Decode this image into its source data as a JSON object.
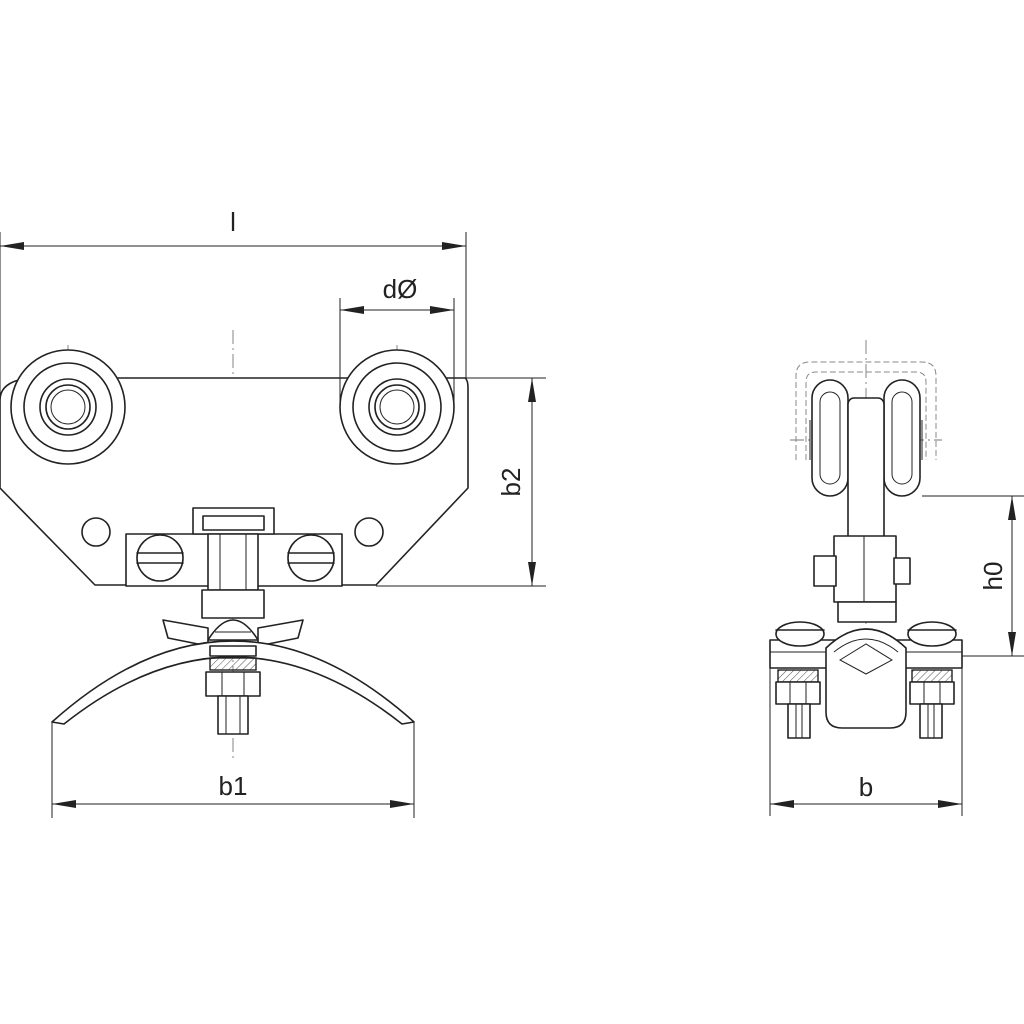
{
  "dimensions": {
    "length": "l",
    "wheel_diameter": "dØ",
    "height_b2": "b2",
    "width_b1": "b1",
    "height_h0": "h0",
    "width_b": "b"
  }
}
